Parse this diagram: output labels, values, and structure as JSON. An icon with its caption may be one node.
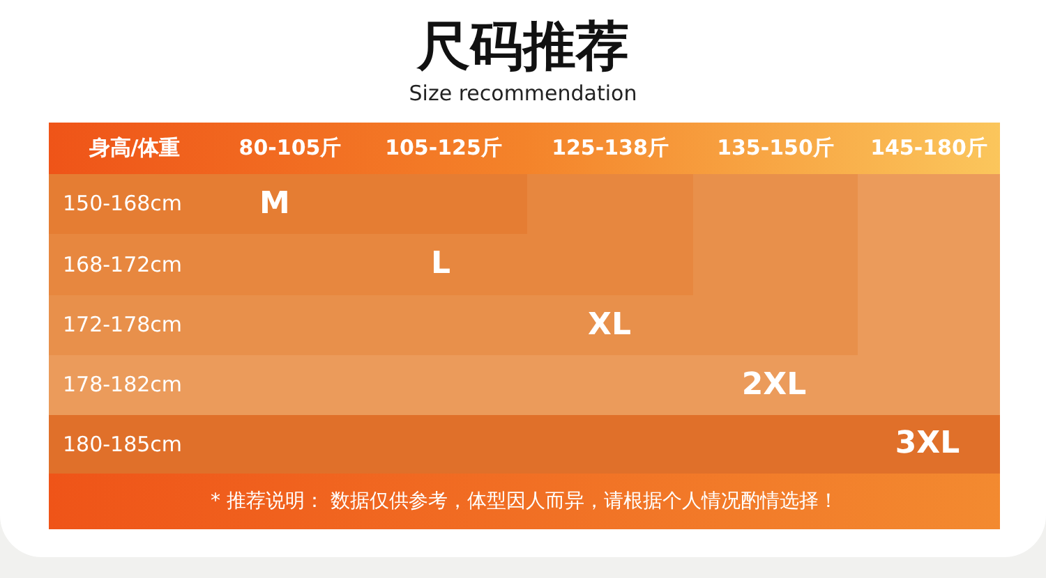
{
  "diagram": {
    "title": "尺码推荐",
    "labels": [
      "Size recommendation",
      "身高/体重",
      "80-105斤",
      "105-125斤",
      "125-138斤",
      "135-150斤",
      "145-180斤",
      "150-168cm",
      "M",
      "168-172cm",
      "L",
      "172-178cm",
      "XL",
      "178-182cm",
      "2XL",
      "180-185cm",
      "3XL",
      "* 推荐说明： 数据仅供参考，体型因人而异，请根据个人情况酌情选择！"
    ]
  }
}
